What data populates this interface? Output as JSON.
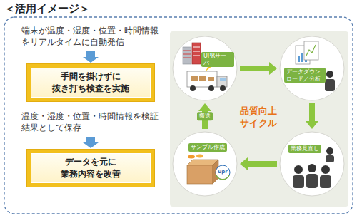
{
  "diagram": {
    "title": "＜活用イメージ＞",
    "nodes": [
      {
        "text": [
          "手間を掛けずに 抜き打ち検査を実施"
        ]
      },
      {
        "text": [
          "データを元に 業務内容を改善"
        ]
      },
      {
        "text": [
          "UPRサーバ"
        ]
      },
      {
        "text": [
          "データダウンロード／分析"
        ]
      },
      {
        "text": [
          "業務見直し"
        ]
      },
      {
        "text": [
          "サンプル作成"
        ]
      }
    ],
    "edges": [
      {
        "from": 2,
        "to": 3,
        "arrow": "to"
      },
      {
        "from": 3,
        "to": 4,
        "arrow": "to"
      },
      {
        "from": 4,
        "to": 5,
        "arrow": "to"
      },
      {
        "from": 5,
        "to": 2,
        "label": "搬送",
        "arrow": "to"
      }
    ],
    "labels": [
      "端末が温度・湿度・位置・時間情報をリアルタイムに自動発信",
      "温度・湿度・位置・時間情報を検証結果として保存",
      "品質向上 サイクル",
      "upr"
    ]
  }
}
